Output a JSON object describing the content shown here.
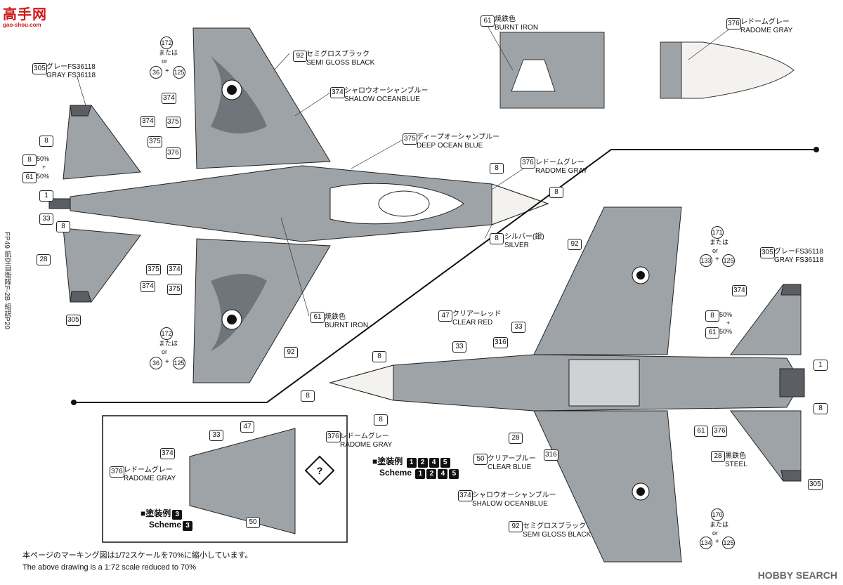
{
  "watermark": {
    "logo": "高手网",
    "url": "gao-shou.com"
  },
  "side_caption": "FP49 航空自衛隊F-2B 組説P20",
  "labels": {
    "semigloss_black": [
      "セミグロスブラック",
      "SEMI GLOSS BLACK"
    ],
    "shallow_ocean": [
      "シャロウオーシャンブルー",
      "SHALOW OCEANBLUE"
    ],
    "deep_ocean": [
      "ディープオーシャンブルー",
      "DEEP OCEAN BLUE"
    ],
    "radome_gray": [
      "レドームグレー",
      "RADOME GRAY"
    ],
    "gray_fs": [
      "グレーFS36118",
      "GRAY FS36118"
    ],
    "silver": [
      "シルバー(銀)",
      "SILVER"
    ],
    "burnt_iron": [
      "焼鉄色",
      "BURNT IRON"
    ],
    "clear_red": [
      "クリアーレッド",
      "CLEAR RED"
    ],
    "clear_blue": [
      "クリアーブルー",
      "CLEAR BLUE"
    ],
    "steel": [
      "黒鉄色",
      "STEEL"
    ],
    "or_jp": "または",
    "or_en": "or",
    "plus": "+",
    "pct": "50%",
    "pct_plus": "+"
  },
  "codes": {
    "c305": "305",
    "c374": "374",
    "c375": "375",
    "c376": "376",
    "c8": "8",
    "c61": "61",
    "c1": "1",
    "c33": "33",
    "c28": "28",
    "c92": "92",
    "c172": "172",
    "c36": "36",
    "c125": "125",
    "c171": "171",
    "c133": "133",
    "c170": "170",
    "c134": "134",
    "c47": "47",
    "c316": "316",
    "c50": "50"
  },
  "scheme_main": {
    "jp": "■塗装例",
    "en": "Scheme",
    "boxes": [
      "1",
      "2",
      "4",
      "5"
    ]
  },
  "scheme_inset": {
    "jp": "■塗装例",
    "en": "Scheme",
    "boxes": [
      "3"
    ]
  },
  "footer": {
    "jp": "本ページのマーキング図は1/72スケールを70%に縮小しています。",
    "en": "The above drawing is a 1:72 scale reduced to 70%"
  },
  "brand": "HOBBY SEARCH",
  "colors": {
    "shallow": "#9ea3a8",
    "deep": "#6f757b",
    "radome": "#f4f2ee",
    "gray36118": "#5b5e62"
  }
}
